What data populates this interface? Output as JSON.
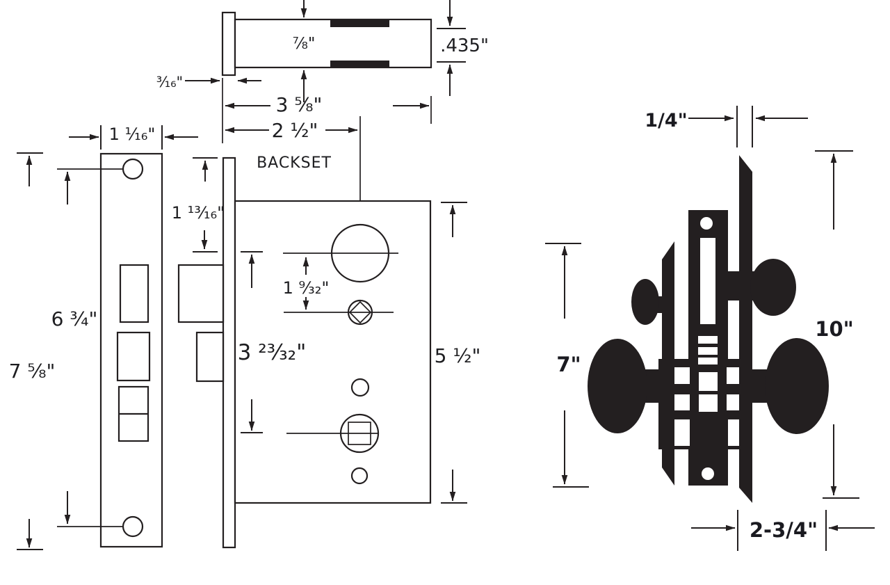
{
  "colors": {
    "ink": "#231f20",
    "label_text": "#1d1d20",
    "bold_label_text": "#1a1a20",
    "background": "#ffffff"
  },
  "left_figure": {
    "top_view": {
      "body_height": "⁷⁄₈\"",
      "latch_height": ".435\"",
      "faceplate_thickness": "³⁄₁₆\"",
      "case_depth": "3 ⁵⁄₈\"",
      "backset": "2 ¹⁄₂\"",
      "backset_caption": "BACKSET"
    },
    "faceplate_view": {
      "width": "1 ¹⁄₁₆\"",
      "screw_spacing": "6 ³⁄₄\"",
      "overall_height": "7 ⁵⁄₈\""
    },
    "case_view": {
      "top_to_hub": "1 ¹³⁄₁₆\"",
      "cylinder_to_turnpiece": "1 ⁹⁄₃₂\"",
      "cylinder_to_spindle": "3 ²³⁄₃₂\"",
      "case_height": "5 ¹⁄₂\""
    }
  },
  "right_figure": {
    "trim_thickness": "1/4\"",
    "rose_trim_height": "7\"",
    "escutcheon_height": "10\"",
    "knob_backset": "2-3/4\""
  }
}
